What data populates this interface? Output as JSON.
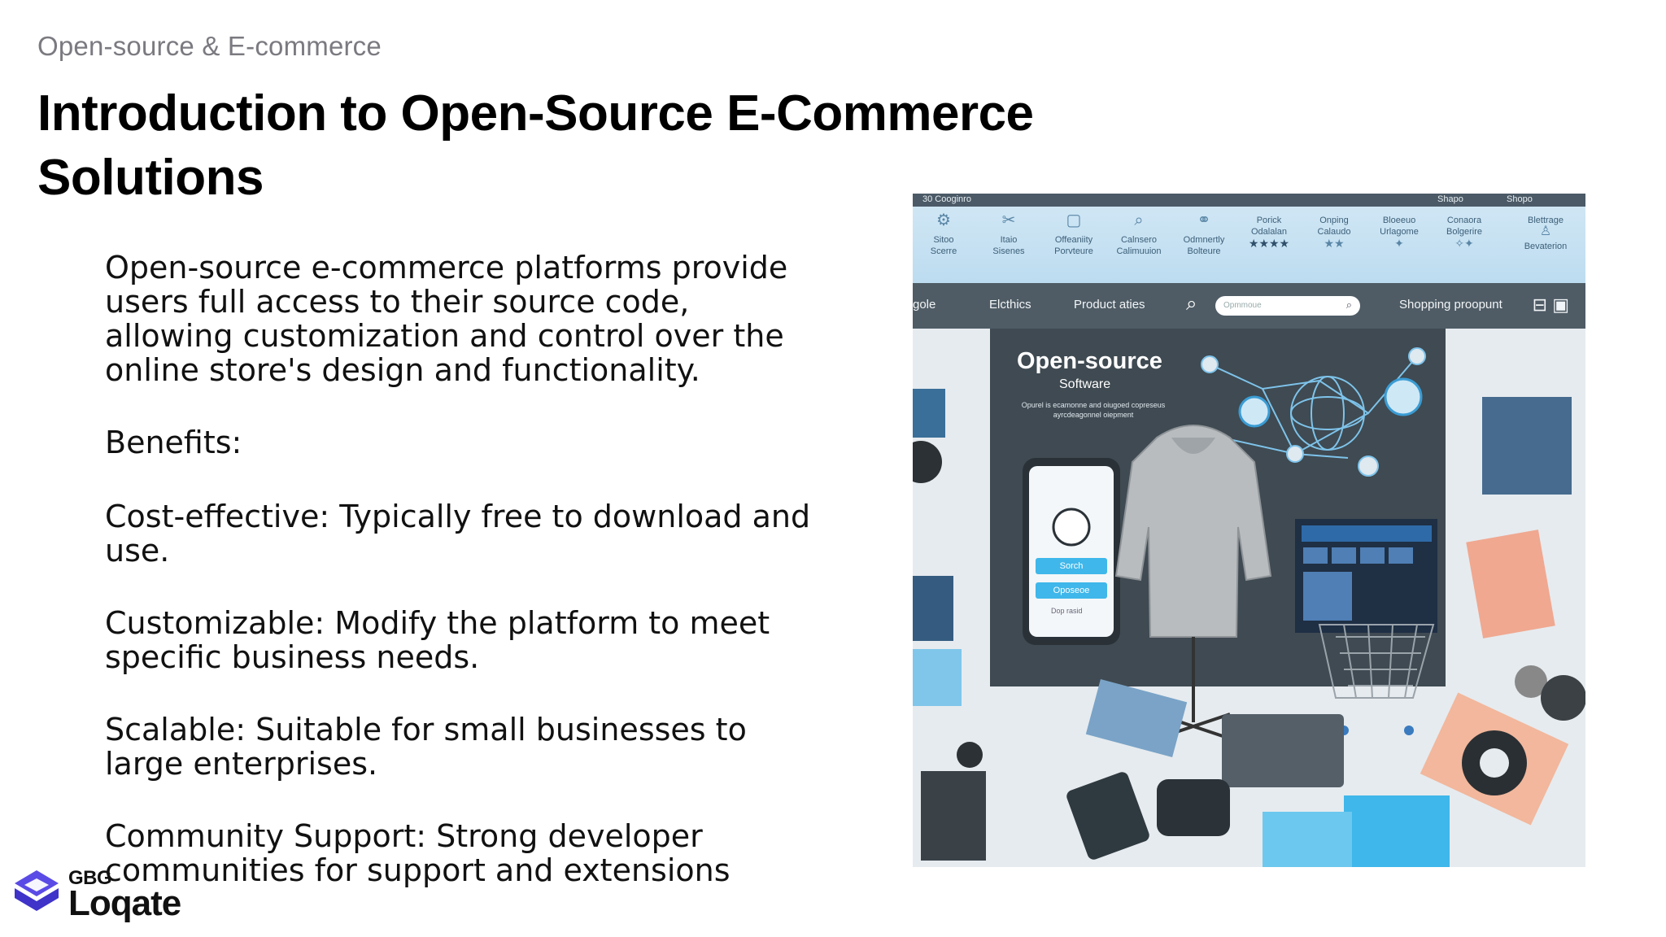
{
  "slide": {
    "kicker": "Open-source & E-commerce",
    "title_line1": "Introduction to Open-Source E-Commerce",
    "title_line2": "Solutions",
    "paragraphs": [
      "Open-source e-commerce platforms provide users full access to their source code, allowing customization and control over the online store's design and functionality.",
      "Benefits:",
      "Cost-effective: Typically free to download and use.",
      "Customizable: Modify the platform to meet specific business needs.",
      "Scalable: Suitable for small businesses to large enterprises.",
      "Community Support: Strong developer communities for support and extensions"
    ]
  },
  "illustration": {
    "topstrip": {
      "left": "30 Cooginro",
      "mid": "Shapo",
      "right": "Shopo"
    },
    "categories": [
      {
        "l1": "Sitoo",
        "l2": "Scerre"
      },
      {
        "l1": "Itaio",
        "l2": "Sisenes"
      },
      {
        "l1": "Offeaniity",
        "l2": "Porvteure"
      },
      {
        "l1": "Calnsero",
        "l2": "Calimuuion"
      },
      {
        "l1": "Odmnertly",
        "l2": "Bolteure"
      },
      {
        "l1": "Porick",
        "l2": "Odalalan"
      },
      {
        "l1": "Onping",
        "l2": "Calaudo"
      },
      {
        "l1": "Bloeeuo",
        "l2": "Urlagome"
      },
      {
        "l1": "Conaora",
        "l2": "Bolgerire"
      },
      {
        "l1": "Blettrage",
        "l2": "Bevaterion"
      }
    ],
    "nav": {
      "left": "gole",
      "item1": "Elcthics",
      "item2": "Product aties",
      "search_placeholder": "Opmmoue",
      "right": "Shopping proopunt"
    },
    "poster": {
      "title": "Open-source",
      "subtitle": "Software",
      "desc": "Opurel is ecamonne and oiugoed copreseus ayrcdeagonnel oiepment"
    },
    "phone": {
      "btn1": "Sorch",
      "btn2": "Oposeoe",
      "small": "Dop rasid"
    }
  },
  "logo": {
    "gbg": "GBG",
    "name": "Loqate",
    "color": "#4b3fd6"
  }
}
